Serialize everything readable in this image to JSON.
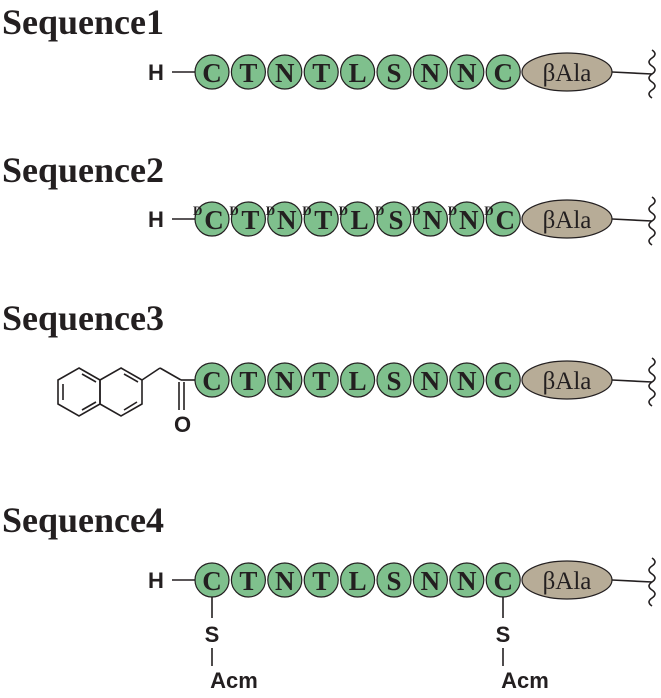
{
  "sequences": [
    {
      "title": "Sequence1",
      "n_terminus": "H",
      "residues": [
        {
          "letter": "C",
          "prefix": ""
        },
        {
          "letter": "T",
          "prefix": ""
        },
        {
          "letter": "N",
          "prefix": ""
        },
        {
          "letter": "T",
          "prefix": ""
        },
        {
          "letter": "L",
          "prefix": ""
        },
        {
          "letter": "S",
          "prefix": ""
        },
        {
          "letter": "N",
          "prefix": ""
        },
        {
          "letter": "N",
          "prefix": ""
        },
        {
          "letter": "C",
          "prefix": ""
        }
      ],
      "linker": "βAla"
    },
    {
      "title": "Sequence2",
      "n_terminus": "H",
      "residues": [
        {
          "letter": "C",
          "prefix": "D"
        },
        {
          "letter": "T",
          "prefix": "D"
        },
        {
          "letter": "N",
          "prefix": "D"
        },
        {
          "letter": "T",
          "prefix": "D"
        },
        {
          "letter": "L",
          "prefix": "D"
        },
        {
          "letter": "S",
          "prefix": "D"
        },
        {
          "letter": "N",
          "prefix": "D"
        },
        {
          "letter": "N",
          "prefix": "D"
        },
        {
          "letter": "C",
          "prefix": "D"
        }
      ],
      "linker": "βAla"
    },
    {
      "title": "Sequence3",
      "n_terminus": "",
      "n_cap": {
        "carbonyl_atom": "O",
        "group": "naphthalen-2-yl-acetyl"
      },
      "residues": [
        {
          "letter": "C",
          "prefix": ""
        },
        {
          "letter": "T",
          "prefix": ""
        },
        {
          "letter": "N",
          "prefix": ""
        },
        {
          "letter": "T",
          "prefix": ""
        },
        {
          "letter": "L",
          "prefix": ""
        },
        {
          "letter": "S",
          "prefix": ""
        },
        {
          "letter": "N",
          "prefix": ""
        },
        {
          "letter": "N",
          "prefix": ""
        },
        {
          "letter": "C",
          "prefix": ""
        }
      ],
      "linker": "βAla"
    },
    {
      "title": "Sequence4",
      "n_terminus": "H",
      "residues": [
        {
          "letter": "C",
          "prefix": ""
        },
        {
          "letter": "T",
          "prefix": ""
        },
        {
          "letter": "N",
          "prefix": ""
        },
        {
          "letter": "T",
          "prefix": ""
        },
        {
          "letter": "L",
          "prefix": ""
        },
        {
          "letter": "S",
          "prefix": ""
        },
        {
          "letter": "N",
          "prefix": ""
        },
        {
          "letter": "N",
          "prefix": ""
        },
        {
          "letter": "C",
          "prefix": ""
        }
      ],
      "linker": "βAla",
      "protecting_groups": [
        {
          "residue_index": 0,
          "atom": "S",
          "group": "Acm"
        },
        {
          "residue_index": 8,
          "atom": "S",
          "group": "Acm"
        }
      ]
    }
  ],
  "colors": {
    "residue_fill": "#7fc08d",
    "linker_fill": "#b7ac97",
    "ink": "#231f20"
  }
}
